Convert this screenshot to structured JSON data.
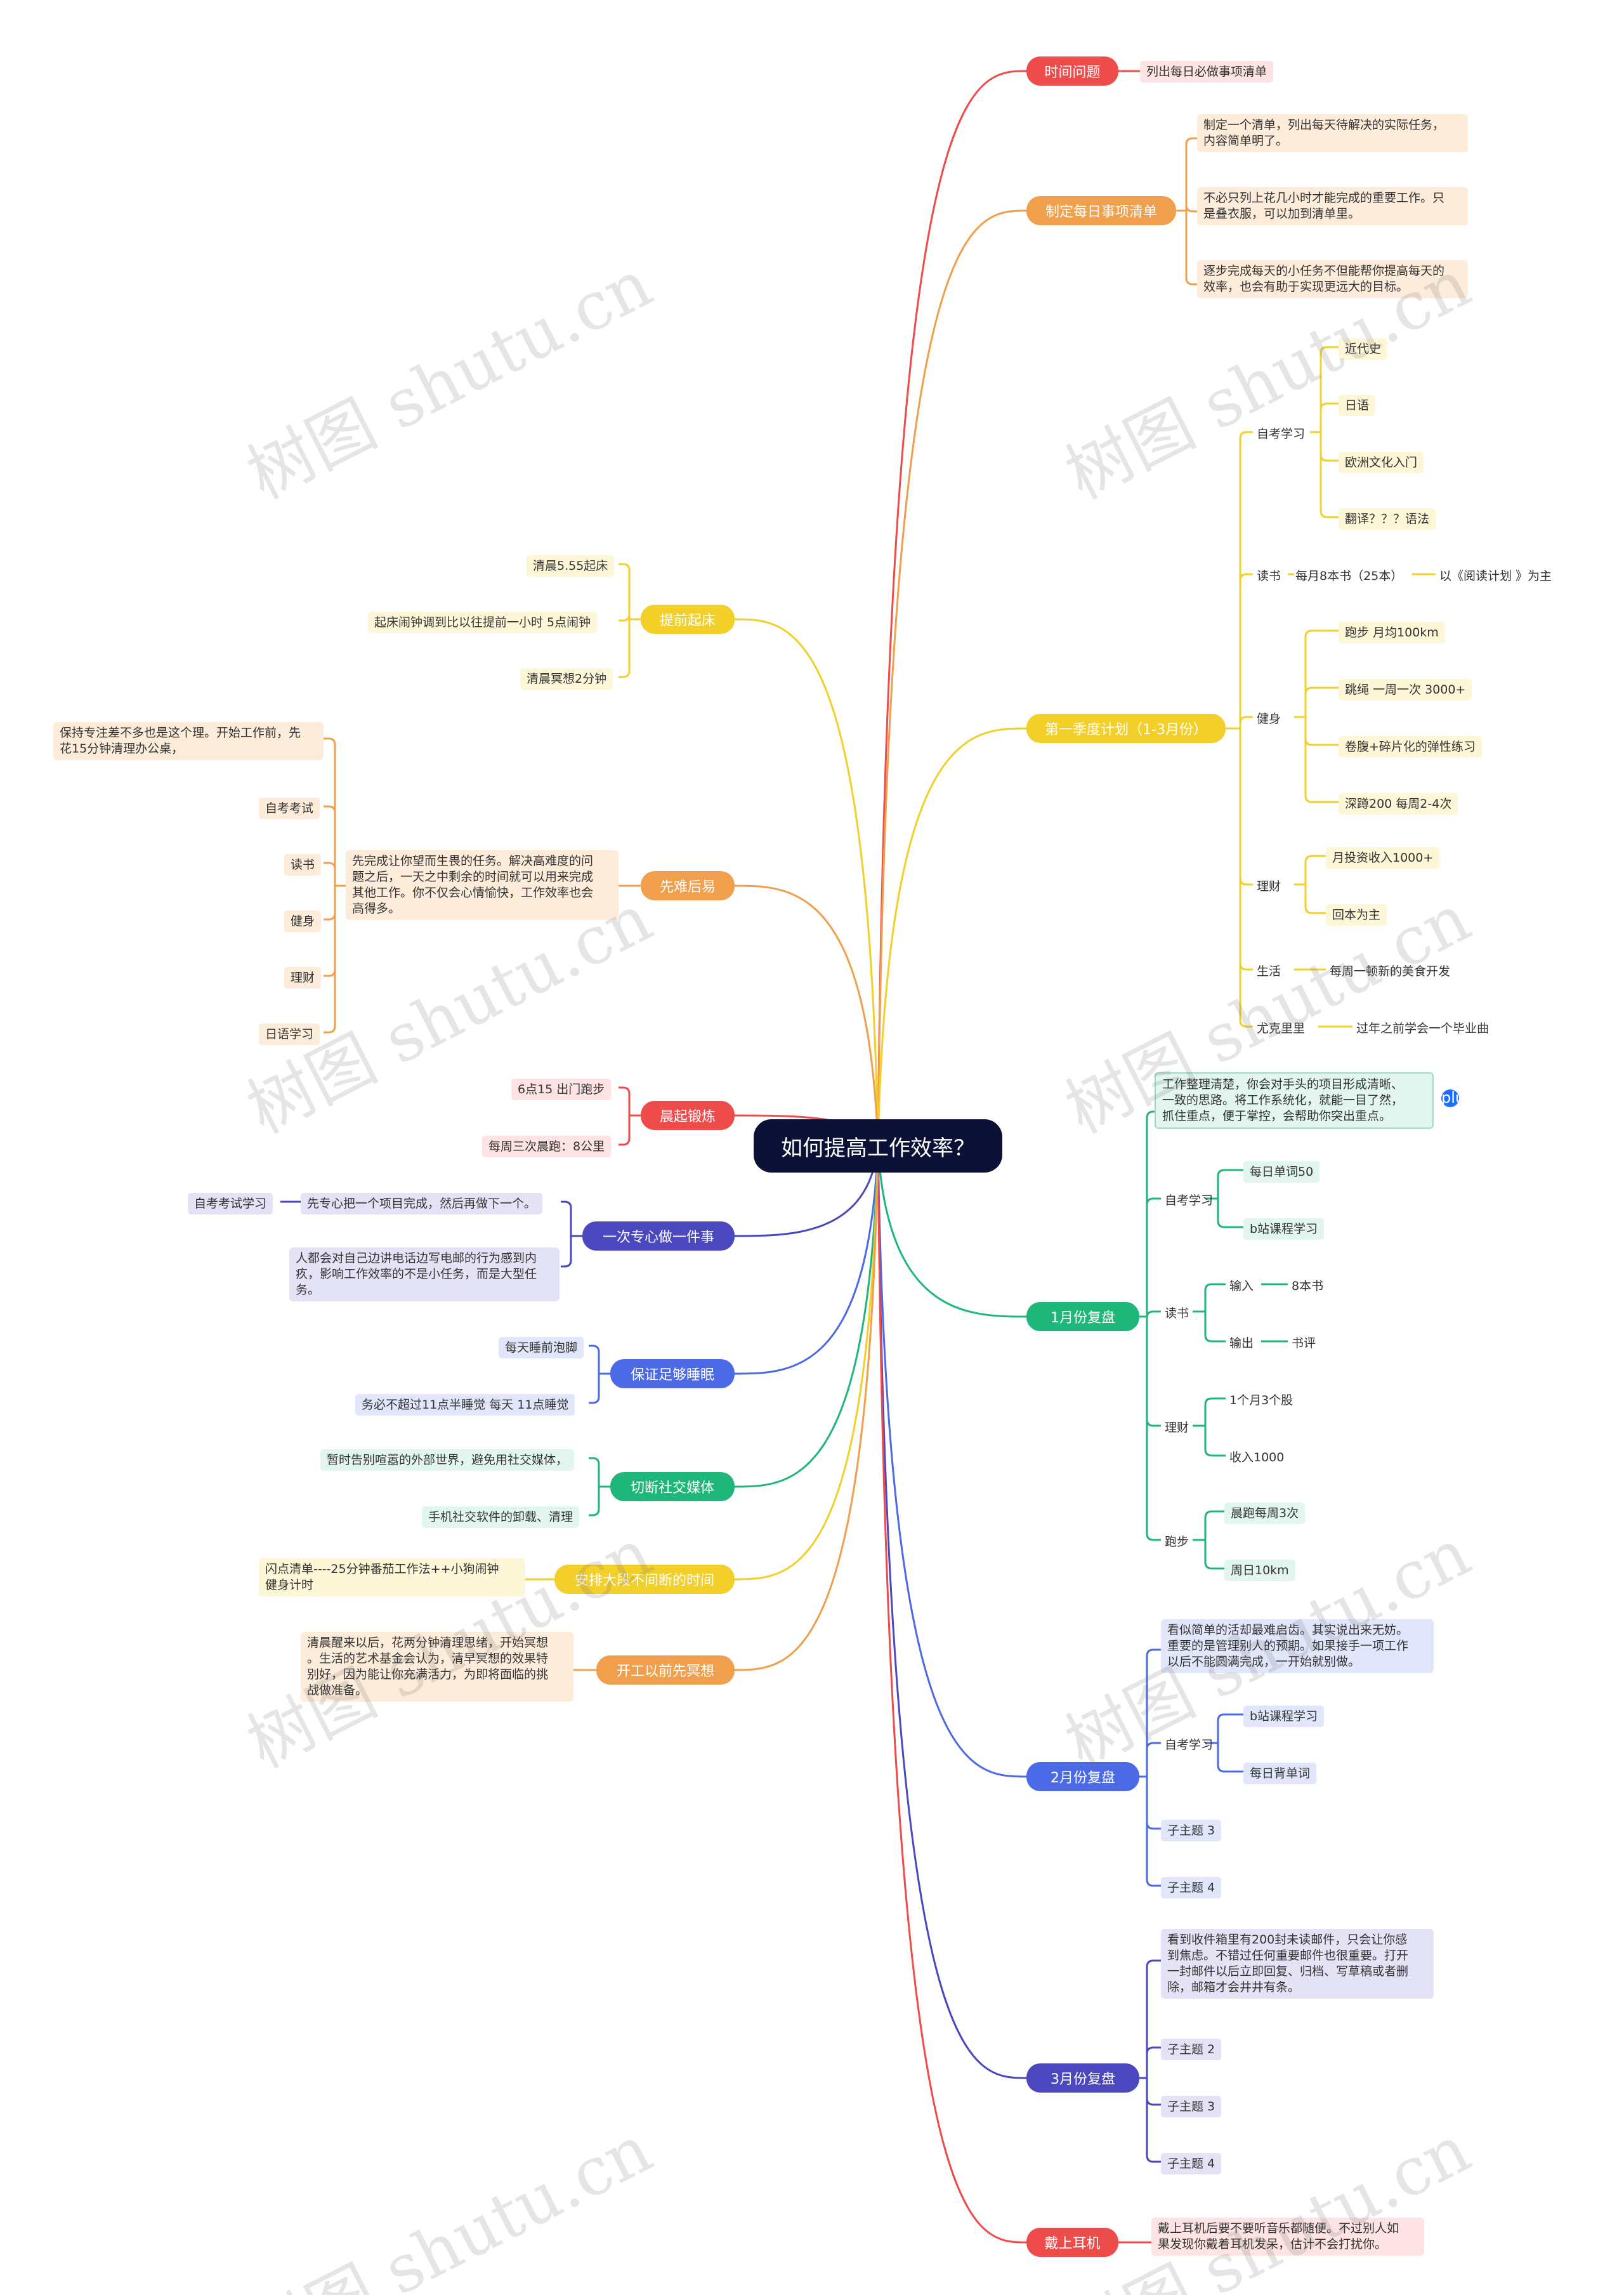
{
  "root": "如何提高工作效率？",
  "colors": {
    "red": "#ee4b4b",
    "orange": "#f0a04c",
    "yellow": "#f2cf29",
    "green": "#1fb779",
    "blue": "#4c69e6",
    "indigo": "#4a47bf",
    "root_bg": "#0b1236"
  },
  "right": {
    "time_problem": {
      "label": "时间问题",
      "item": "列出每日必做事项清单"
    },
    "daily_list": {
      "label": "制定每日事项清单",
      "items": [
        "制定一个清单，列出每天待解决的实际任务，\n内容简单明了。",
        "不必只列上花几小时才能完成的重要工作。只\n是叠衣服，可以加到清单里。",
        "逐步完成每天的小任务不但能帮你提高每天的\n效率，也会有助于实现更远大的目标。"
      ]
    },
    "q1": {
      "label": "第一季度计划（1-3月份）",
      "self_study": {
        "label": "自考学习",
        "items": [
          "近代史",
          "日语",
          "欧洲文化入门",
          "翻译？？？语法"
        ]
      },
      "reading": {
        "label": "读书",
        "count": "每月8本书（25本）",
        "focus": "以《阅读计划 》为主"
      },
      "fitness": {
        "label": "健身",
        "items": [
          "跑步 月均100km",
          "跳绳  一周一次  3000+",
          "卷腹+碎片化的弹性练习",
          "深蹲200   每周2-4次"
        ]
      },
      "finance": {
        "label": "理财",
        "items": [
          "月投资收入1000+",
          "回本为主"
        ]
      },
      "life": {
        "label": "生活",
        "item": "每周一顿新的美食开发"
      },
      "ukulele": {
        "label": "尤克里里",
        "item": "过年之前学会一个毕业曲"
      }
    },
    "jan": {
      "label": "1月份复盘",
      "note": "工作整理清楚，你会对手头的项目形成清晰、\n一致的思路。将工作系统化，就能一目了然，\n抓住重点，便于掌控，会帮助你突出重点。",
      "self_study": {
        "label": "自考学习",
        "items": [
          "每日单词50",
          "b站课程学习"
        ]
      },
      "reading": {
        "label": "读书",
        "input": "输入",
        "input_val": "8本书",
        "output": "输出",
        "output_val": "书评"
      },
      "finance": {
        "label": "理财",
        "items": [
          "1个月3个股",
          "收入1000"
        ]
      },
      "running": {
        "label": "跑步",
        "items": [
          "晨跑每周3次",
          "周日10km"
        ]
      }
    },
    "feb": {
      "label": "2月份复盘",
      "note": "看似简单的活却最难启齿。其实说出来无妨。\n重要的是管理别人的预期。如果接手一项工作\n以后不能圆满完成，一开始就别做。",
      "self_study": {
        "label": "自考学习",
        "items": [
          "b站课程学习",
          "每日背单词"
        ]
      },
      "subs": [
        "子主题 3",
        "子主题 4"
      ]
    },
    "mar": {
      "label": "3月份复盘",
      "note": "看到收件箱里有200封未读邮件，只会让你感\n到焦虑。不错过任何重要邮件也很重要。打开\n一封邮件以后立即回复、归档、写草稿或者删\n除，邮箱才会井井有条。",
      "subs": [
        "子主题 2",
        "子主题 3",
        "子主题 4"
      ]
    },
    "earphones": {
      "label": "戴上耳机",
      "note": "戴上耳机后要不要听音乐都随便。不过别人如\n果发现你戴着耳机发呆，估计不会打扰你。"
    }
  },
  "left": {
    "early": {
      "label": "提前起床",
      "items": [
        "清晨5.55起床",
        "起床闹钟调到比以往提前一小时    5点闹钟",
        "清晨冥想2分钟"
      ]
    },
    "hard_first": {
      "label": "先难后易",
      "note": "先完成让你望而生畏的任务。解决高难度的问\n题之后，一天之中剩余的时间就可以用来完成\n其他工作。你不仅会心情愉快，工作效率也会\n高得多。",
      "top_note": "保持专注差不多也是这个理。开始工作前，先\n花15分钟清理办公桌，",
      "items": [
        "自考考试",
        "读书",
        "健身",
        "理财",
        "日语学习"
      ]
    },
    "morning": {
      "label": "晨起锻炼",
      "items": [
        "6点15  出门跑步",
        "每周三次晨跑：8公里"
      ]
    },
    "one_thing": {
      "label": "一次专心做一件事",
      "item": "先专心把一个项目完成，然后再做下一个。",
      "sub": "自考考试学习",
      "note": "人都会对自己边讲电话边写电邮的行为感到内\n疚，影响工作效率的不是小任务，而是大型任\n务。"
    },
    "sleep": {
      "label": "保证足够睡眠",
      "items": [
        "每天睡前泡脚",
        "务必不超过11点半睡觉  每天 11点睡觉"
      ]
    },
    "social": {
      "label": "切断社交媒体",
      "items": [
        "暂时告别喧嚣的外部世界，避免用社交媒体，",
        "手机社交软件的卸载、清理"
      ]
    },
    "block": {
      "label": "安排大段不间断的时间",
      "note": "闪点清单----25分钟番茄工作法++小狗闹钟\n健身计时"
    },
    "meditate": {
      "label": "开工以前先冥想",
      "note": "清晨醒来以后，花两分钟清理思绪，开始冥想\n。生活的艺术基金会认为，清早冥想的效果特\n别好，因为能让你充满活力，为即将面临的挑\n战做准备。"
    }
  },
  "watermark": "树图 shutu.cn",
  "expand_icon": "plus-icon"
}
